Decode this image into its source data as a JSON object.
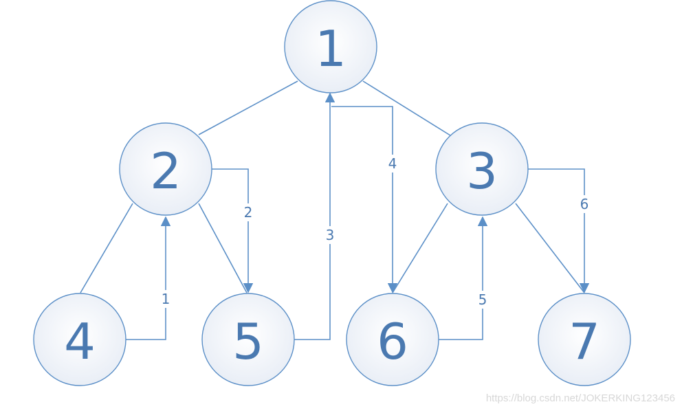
{
  "diagram": {
    "colors": {
      "stroke": "#5b8fc7",
      "text": "#4a79b0",
      "node_fill_center": "#ffffff",
      "node_fill_edge": "#e9eef6"
    },
    "nodes": [
      {
        "id": "1",
        "label": "1"
      },
      {
        "id": "2",
        "label": "2"
      },
      {
        "id": "3",
        "label": "3"
      },
      {
        "id": "4",
        "label": "4"
      },
      {
        "id": "5",
        "label": "5"
      },
      {
        "id": "6",
        "label": "6"
      },
      {
        "id": "7",
        "label": "7"
      }
    ],
    "tree_edges": [
      {
        "from": "1",
        "to": "2"
      },
      {
        "from": "1",
        "to": "3"
      },
      {
        "from": "2",
        "to": "4"
      },
      {
        "from": "2",
        "to": "5"
      },
      {
        "from": "3",
        "to": "6"
      },
      {
        "from": "3",
        "to": "7"
      }
    ],
    "traversal_arrows": [
      {
        "from": "4",
        "to": "2",
        "label": "1"
      },
      {
        "from": "2",
        "to": "5",
        "label": "2"
      },
      {
        "from": "5",
        "to": "1",
        "label": "3"
      },
      {
        "from": "1",
        "to": "6",
        "label": "4"
      },
      {
        "from": "6",
        "to": "3",
        "label": "5"
      },
      {
        "from": "3",
        "to": "7",
        "label": "6"
      }
    ]
  },
  "watermark": "https://blog.csdn.net/JOKERKING123456"
}
